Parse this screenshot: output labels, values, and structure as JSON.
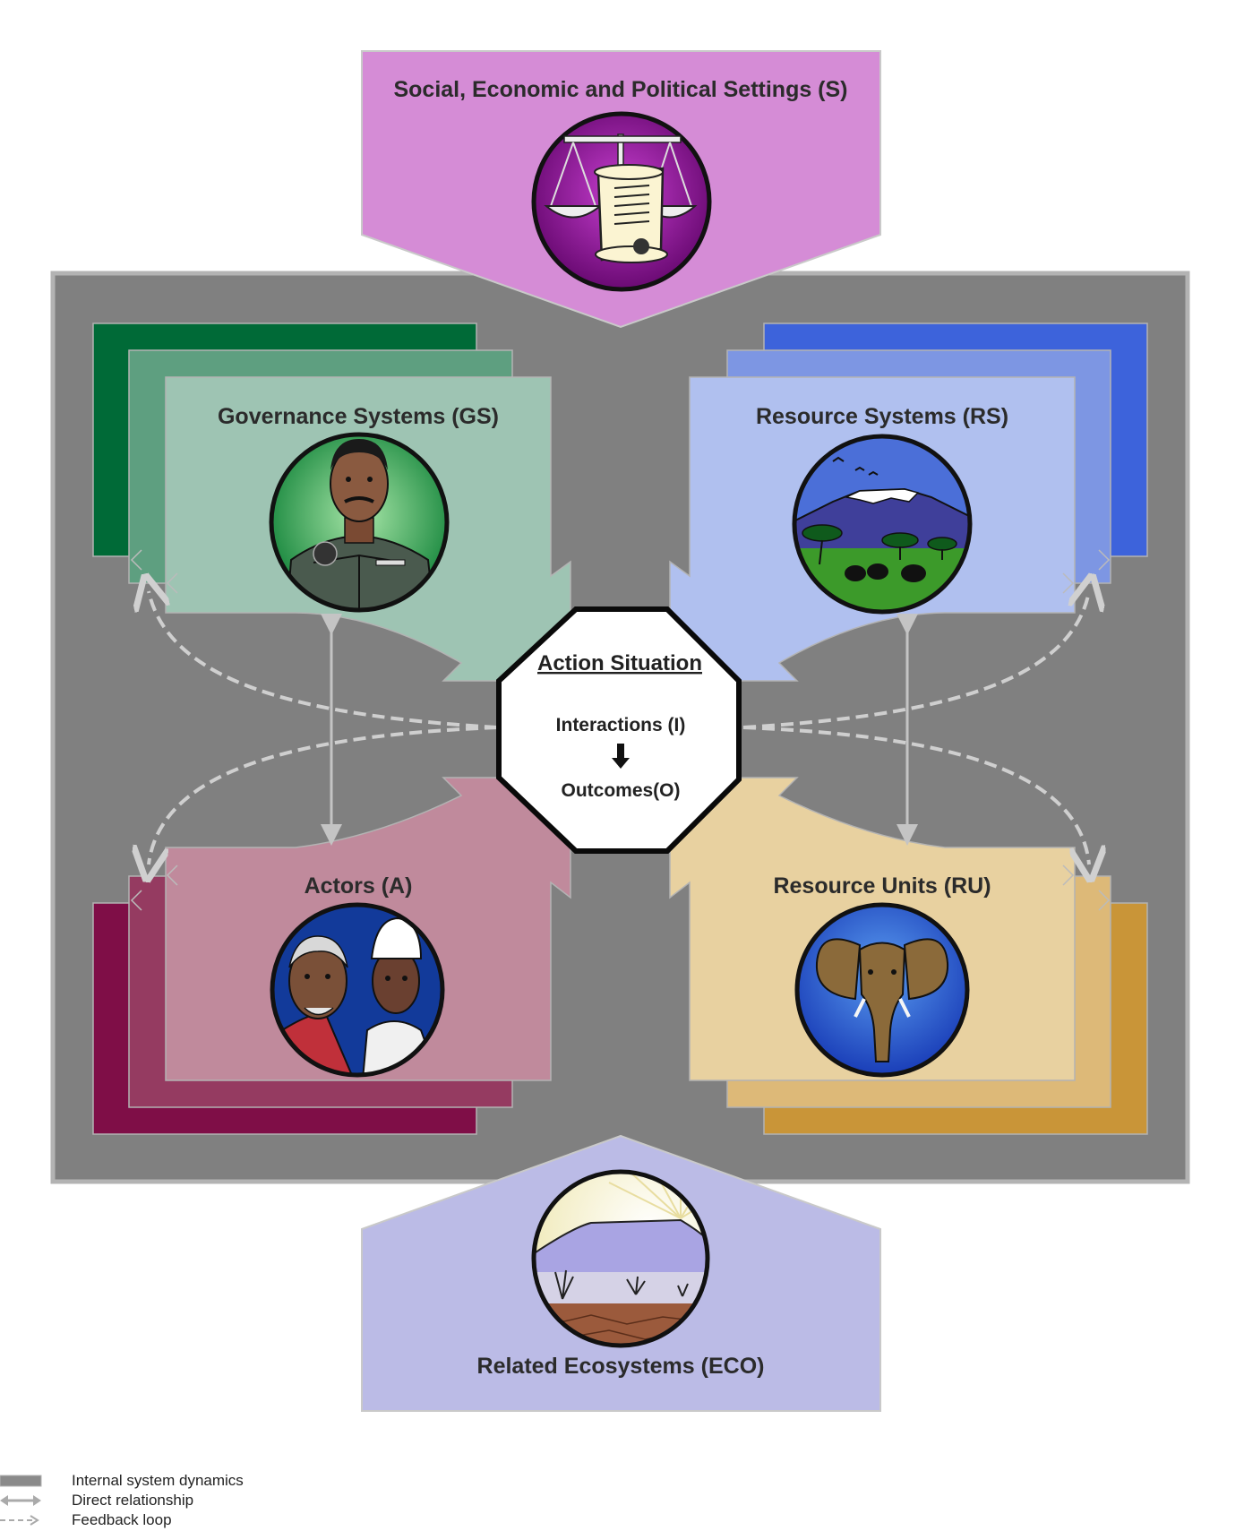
{
  "top_setting": {
    "label": "Social, Economic and Political Settings (S)",
    "color": "#d58cd6",
    "icon": "scales-of-justice-scroll-icon"
  },
  "bottom_setting": {
    "label": "Related Ecosystems (ECO)",
    "color": "#bbbbe6",
    "icon": "mountain-landscape-icon"
  },
  "subsystems": {
    "gs": {
      "label": "Governance Systems (GS)",
      "icon": "ranger-portrait-icon",
      "colors": [
        "#006a37",
        "#5e9f80",
        "#9ec4b3"
      ]
    },
    "rs": {
      "label": "Resource Systems (RS)",
      "icon": "kilimanjaro-savanna-icon",
      "colors": [
        "#3d63db",
        "#7d96e3",
        "#b0c0ef"
      ]
    },
    "a": {
      "label": "Actors (A)",
      "icon": "people-portrait-icon",
      "colors": [
        "#7f0e47",
        "#953b61",
        "#c08a9c"
      ]
    },
    "ru": {
      "label": "Resource Units (RU)",
      "icon": "elephant-icon",
      "colors": [
        "#c99538",
        "#ddb978",
        "#e8d1a0"
      ]
    }
  },
  "action_situation": {
    "title": "Action Situation",
    "interactions": "Interactions (I)",
    "outcomes": "Outcomes(O)"
  },
  "colors": {
    "background_panel": "#808080",
    "panel_border": "#b3b3b3",
    "arrow": "#cccccc"
  },
  "legend": [
    {
      "label": "Internal system dynamics",
      "symbol": "thick-bar"
    },
    {
      "label": "Direct relationship",
      "symbol": "double-arrow"
    },
    {
      "label": "Feedback loop",
      "symbol": "dashed-arrow"
    }
  ]
}
